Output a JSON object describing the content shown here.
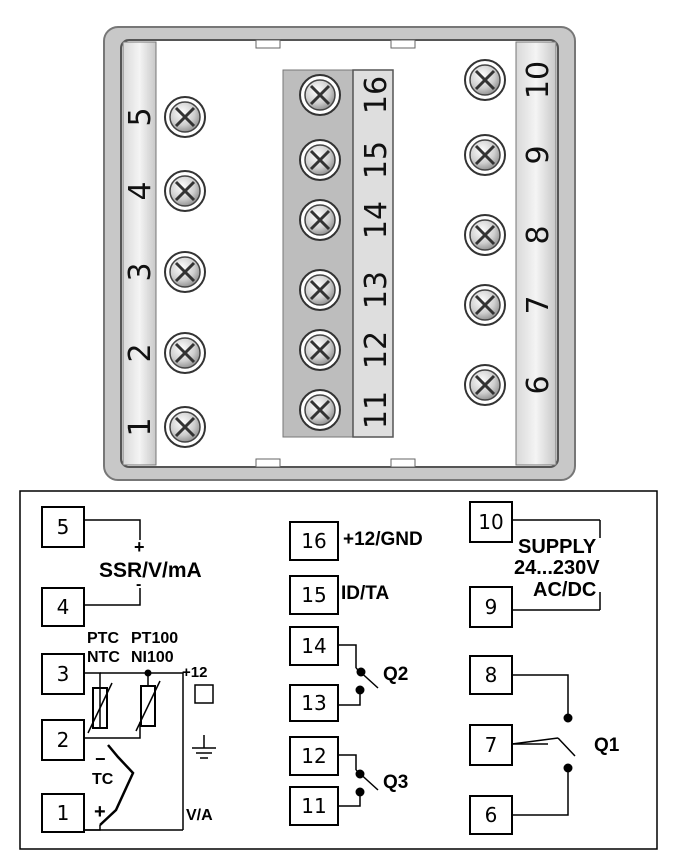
{
  "back_panel": {
    "left_terminals": [
      "1",
      "2",
      "3",
      "4",
      "5"
    ],
    "center_terminals": [
      "11",
      "12",
      "13",
      "14",
      "15",
      "16"
    ],
    "right_terminals": [
      "6",
      "7",
      "8",
      "9",
      "10"
    ]
  },
  "wiring": {
    "output_ssr": {
      "label": "SSR/V/mA",
      "plus": "+",
      "minus": "-"
    },
    "sensor": {
      "ptc": "PTC",
      "ntc": "NTC",
      "pt100": "PT100",
      "ni100": "NI100",
      "plus12": "+12",
      "tc": "TC",
      "tc_minus": "−",
      "tc_plus": "+",
      "va": "V/A"
    },
    "aux": {
      "t16": "+12/GND",
      "t15": "ID/TA",
      "q2": "Q2",
      "q3": "Q3"
    },
    "supply": {
      "line1": "SUPPLY",
      "line2": "24...230V",
      "line3": "AC/DC",
      "q1": "Q1"
    }
  }
}
